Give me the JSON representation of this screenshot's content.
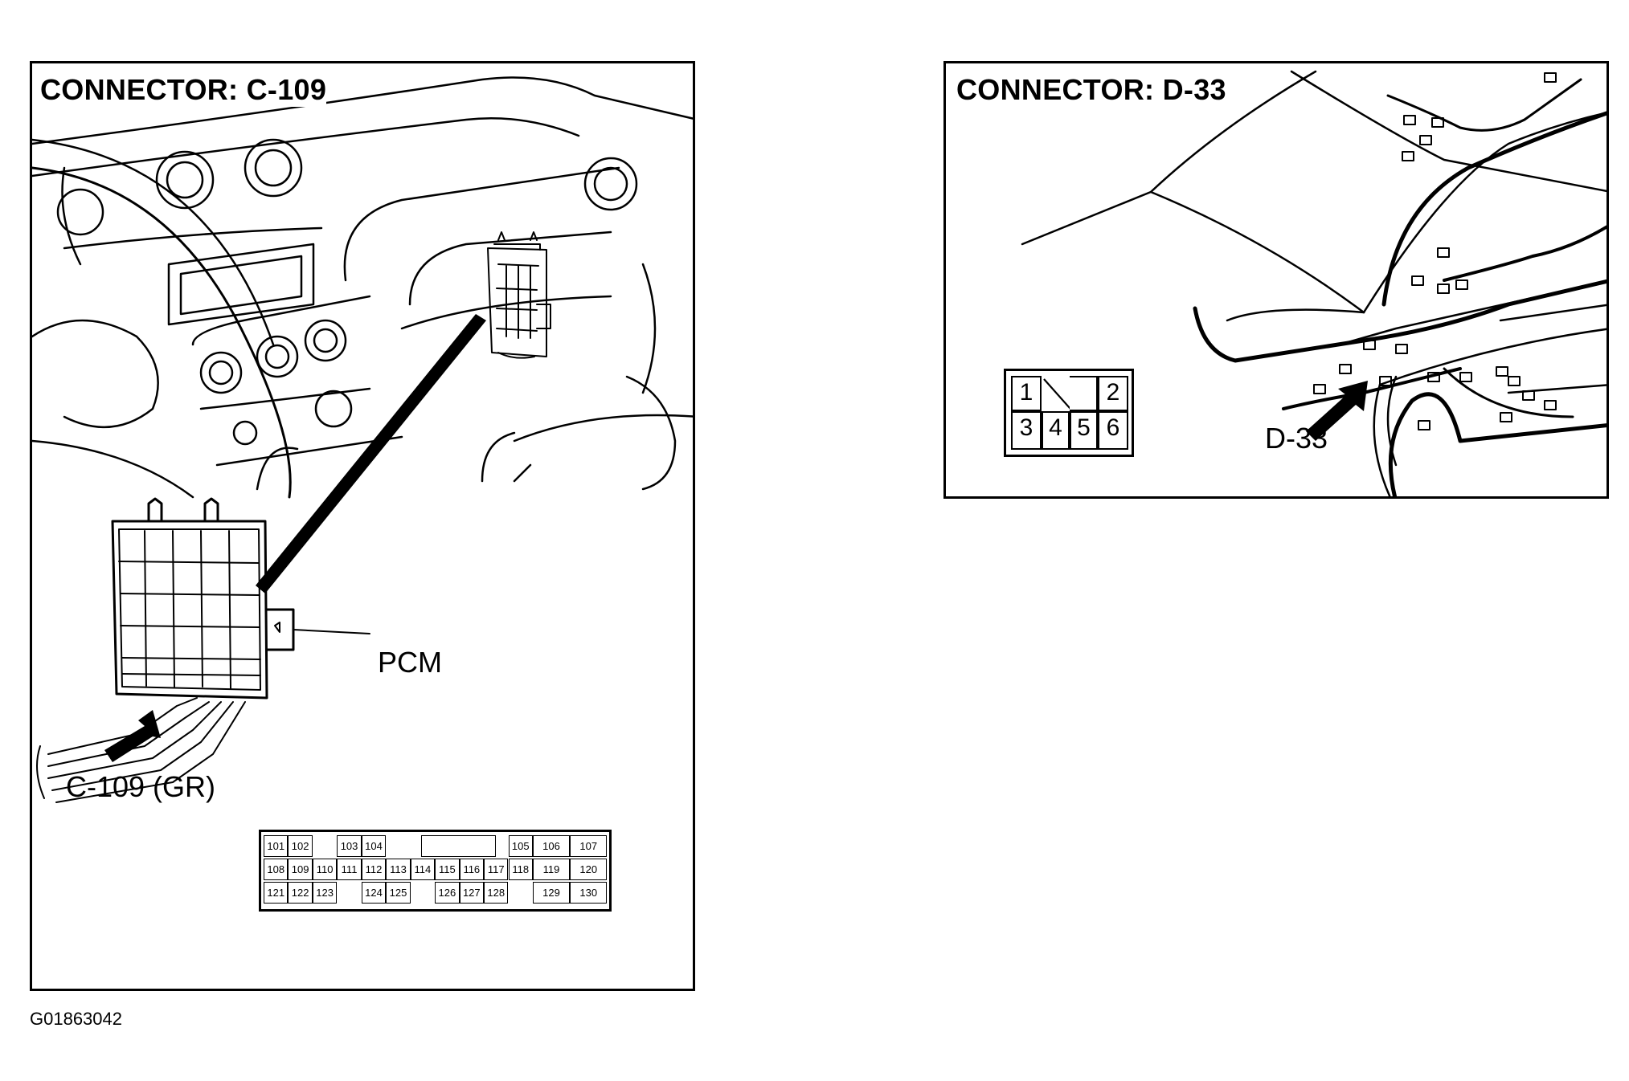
{
  "panels": {
    "left": {
      "title": "CONNECTOR: C-109",
      "callouts": {
        "pcm": "PCM",
        "connector": "C-109 (GR)"
      },
      "pin_grid": {
        "rows": [
          [
            "101",
            "102",
            "",
            "103",
            "104",
            "",
            "",
            "",
            "105",
            "106",
            "107"
          ],
          [
            "108",
            "109",
            "110",
            "111",
            "112",
            "113",
            "114",
            "115",
            "116",
            "117",
            "118",
            "119",
            "120"
          ],
          [
            "121",
            "122",
            "123",
            "",
            "124",
            "125",
            "",
            "126",
            "127",
            "128",
            "",
            "129",
            "130"
          ]
        ]
      }
    },
    "right": {
      "title": "CONNECTOR: D-33",
      "callouts": {
        "connector": "D-33"
      },
      "pin_grid": {
        "top": [
          "1",
          "2"
        ],
        "bottom": [
          "3",
          "4",
          "5",
          "6"
        ]
      }
    }
  },
  "figure_id": "G01863042"
}
